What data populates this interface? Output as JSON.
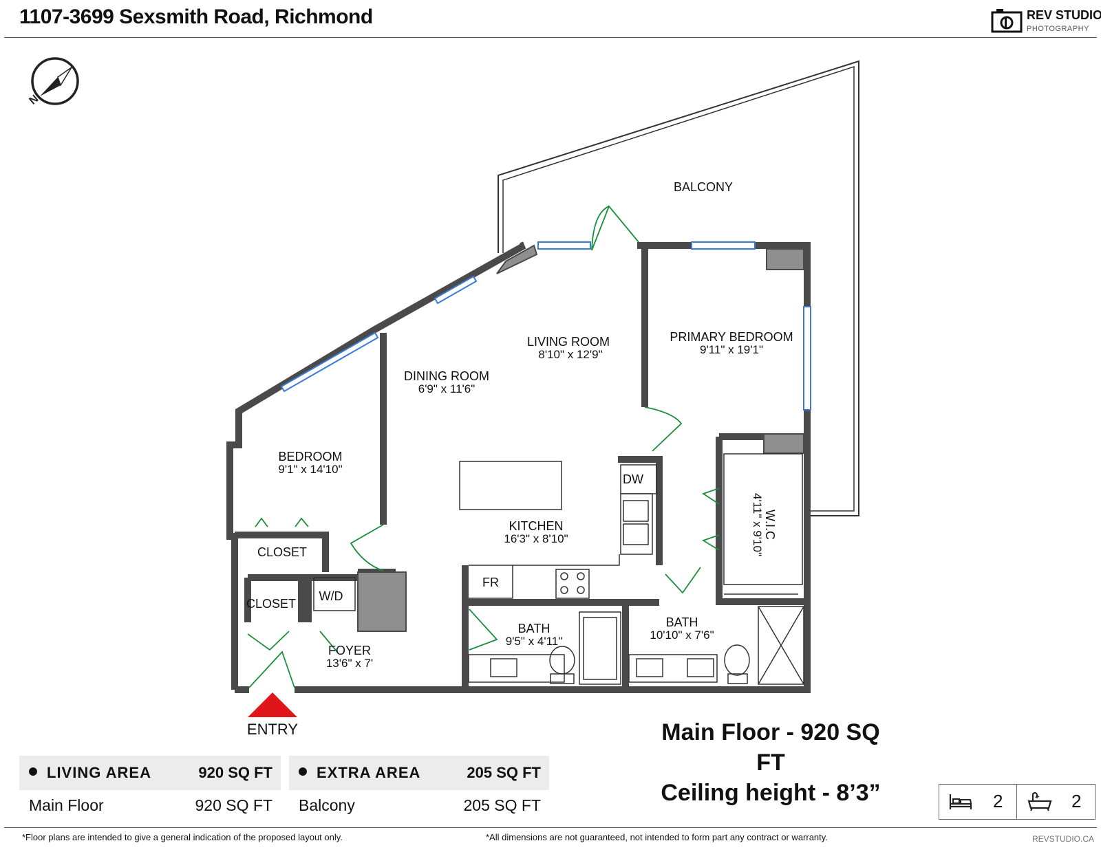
{
  "header": {
    "address": "1107-3699 Sexsmith Road, Richmond",
    "logo_main": "REV STUDIO",
    "logo_sub": "PHOTOGRAPHY"
  },
  "plan": {
    "rooms": {
      "balcony": "BALCONY",
      "living_name": "LIVING ROOM",
      "living_dim": "8'10\" x 12'9\"",
      "primary_name": "PRIMARY BEDROOM",
      "primary_dim": "9'11\" x 19'1\"",
      "dining_name": "DINING ROOM",
      "dining_dim": "6'9\" x 11'6\"",
      "bedroom_name": "BEDROOM",
      "bedroom_dim": "9'1\" x 14'10\"",
      "kitchen_name": "KITCHEN",
      "kitchen_dim": "16'3\" x 8'10\"",
      "wic_name": "W.I.C",
      "wic_dim": "4'11\" x 9'10\"",
      "closet1": "CLOSET",
      "closet2": "CLOSET",
      "wd": "W/D",
      "foyer_name": "FOYER",
      "foyer_dim": "13'6\" x 7'",
      "bath1_name": "BATH",
      "bath1_dim": "9'5\" x 4'11\"",
      "bath2_name": "BATH",
      "bath2_dim": "10'10\" x 7'6\"",
      "dw": "DW",
      "fr": "FR",
      "entry": "ENTRY"
    },
    "colors": {
      "wall": "#4a4a4a",
      "fill": "#8f8f8f",
      "door": "#1a8f3a",
      "window": "#3a7bd5",
      "entry": "#e0141b"
    }
  },
  "summary": {
    "line1": "Main Floor - 920 SQ FT",
    "line2": "Ceiling height - 8’3”"
  },
  "living_area": {
    "label": "LIVING AREA",
    "total": "920 SQ FT",
    "row_label": "Main Floor",
    "row_value": "920 SQ FT"
  },
  "extra_area": {
    "label": "EXTRA AREA",
    "total": "205 SQ FT",
    "row_label": "Balcony",
    "row_value": "205 SQ FT"
  },
  "counts": {
    "bed_icon": "bed-icon",
    "bedrooms": "2",
    "bath_icon": "bathtub-icon",
    "bathrooms": "2"
  },
  "footer": {
    "left": "*Floor plans are intended to give a general indication of the proposed layout only.",
    "center": "*All dimensions are not guaranteed, not intended to form part any contract or warranty.",
    "right": "REVSTUDIO.CA"
  }
}
